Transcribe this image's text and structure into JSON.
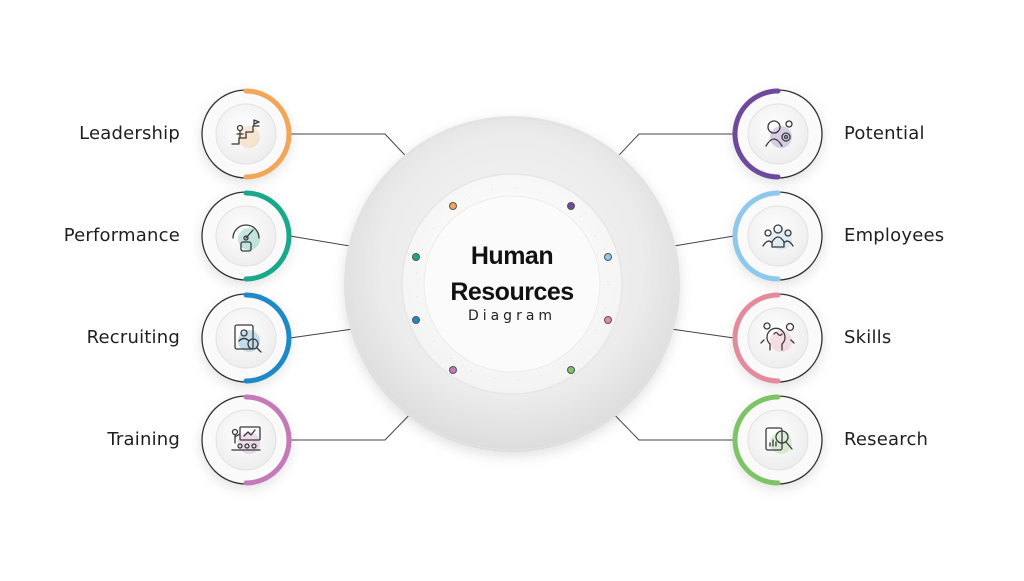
{
  "center": {
    "title_line1": "Human",
    "title_line2": "Resources",
    "subtitle": "Diagram"
  },
  "left_items": [
    {
      "label": "Leadership",
      "color": "#F2A65A",
      "icon": "leadership-stairs-icon"
    },
    {
      "label": "Performance",
      "color": "#1AA88A",
      "icon": "performance-gauge-icon"
    },
    {
      "label": "Recruiting",
      "color": "#1E88C8",
      "icon": "recruiting-resume-icon"
    },
    {
      "label": "Training",
      "color": "#C47AB8",
      "icon": "training-presentation-icon"
    }
  ],
  "right_items": [
    {
      "label": "Potential",
      "color": "#6E4A9E",
      "icon": "potential-person-gears-icon"
    },
    {
      "label": "Employees",
      "color": "#8EC8EC",
      "icon": "employees-group-icon"
    },
    {
      "label": "Skills",
      "color": "#E58A9A",
      "icon": "skills-brain-icon"
    },
    {
      "label": "Research",
      "color": "#7CC466",
      "icon": "research-magnifier-icon"
    }
  ]
}
